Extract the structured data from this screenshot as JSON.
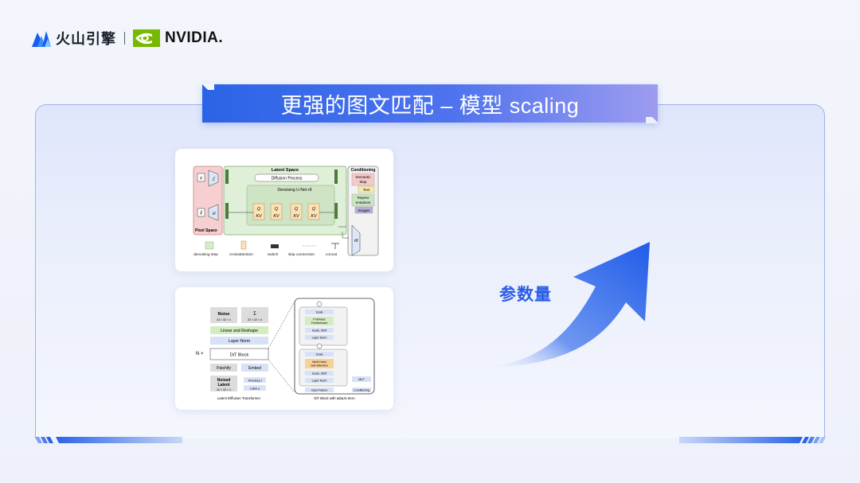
{
  "header": {
    "brand_cn": "火山引擎",
    "brand_partner": "NVIDIA",
    "partner_registered": "."
  },
  "slide": {
    "title": "更强的图文匹配 – 模型 scaling",
    "growth_label": "参数量"
  },
  "figure_ldm": {
    "latent_space": "Latent Space",
    "diffusion_process": "Diffusion Process",
    "denoising_unet": "Denoising U-Net ϵθ",
    "conditioning": "Conditioning",
    "semantic_map": "Semantic Map",
    "text": "Text",
    "representations": "Repres entations",
    "images": "Images",
    "pixel_space": "Pixel Space",
    "tau": "τθ",
    "legend": {
      "denoising_step": "denoising step",
      "crossattention": "crossattention",
      "switch": "switch",
      "skip_connection": "skip connection",
      "concat": "concat"
    }
  },
  "figure_dit": {
    "noise": "Noise",
    "noise_dim": "32 × 32 × 4",
    "sigma": "Σ",
    "sigma_dim": "32 × 32 × 4",
    "linear_reshape": "Linear and Reshape",
    "layer_norm": "Layer Norm",
    "n_times": "N ×",
    "dit_block": "DiT Block",
    "patchify": "Patchify",
    "embed": "Embed",
    "noised_latent": "Noised Latent",
    "noised_dim": "32 × 32 × 4",
    "timestep": "Timestep t",
    "label": "Label y",
    "caption_left": "Latent Diffusion Transformer",
    "caption_right": "DiT Block with adaLN-Zero",
    "scale": "Scale",
    "pointwise_ff": "Pointwise Feedforward",
    "scale_shift": "Scale, Shift",
    "layer_norm_small": "Layer Norm",
    "mhsa": "Multi-Head Self-Attention",
    "mlp": "MLP",
    "input_tokens": "Input Tokens",
    "conditioning": "Conditioning"
  },
  "colors": {
    "accent_blue": "#2b5ce6",
    "banner_start": "#2a64e6",
    "banner_end": "#9d9cf0",
    "card_border": "#9fb2ec"
  }
}
